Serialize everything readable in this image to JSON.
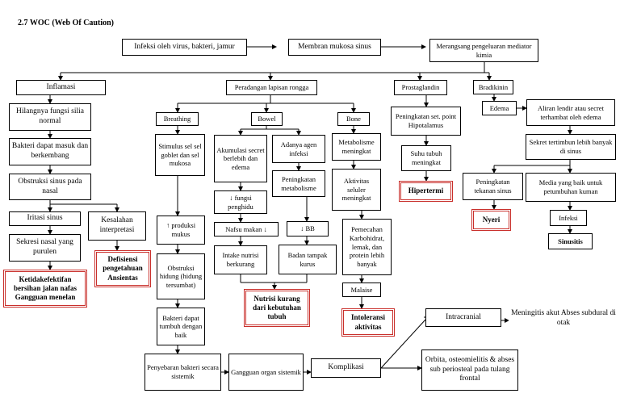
{
  "title": "2.7 WOC (Web Of Caution)",
  "nodes": {
    "infeksi": "Infeksi oleh virus, bakteri, jamur",
    "membran": "Membran mukosa sinus",
    "merangsang": "Merangsang pengeluaran mediator kimia",
    "inflamasi": "Inflamasi",
    "peradangan": "Peradangan lapisan rongga",
    "prostaglandin": "Prostaglandin",
    "bradikinin": "Bradikinin",
    "hilangnya": "Hilangnya fungsi silia normal",
    "bakteri_masuk": "Bakteri dapat masuk dan berkembang",
    "obstruksi_nasal": "Obstruksi sinus pada nasal",
    "iritasi": "Iritasi sinus",
    "sekresi": "Sekresi nasal yang purulen",
    "dx_jalan_nafas": "Ketidakefektifan bersihan jalan nafas Gangguan menelan",
    "kesalahan": "Kesalahan interpretasi",
    "dx_pengetahuan": "Defisiensi pengetahuan Ansientas",
    "breathing": "Breathing",
    "bowel": "Bowel",
    "bone": "Bone",
    "stimulus": "Stimulus sel sel goblet dan sel mukosa",
    "produksi_mukus": "↑ produksi mukus",
    "obstruksi_hidung": "Obstruksi hidung (hidung tersumbat)",
    "bakteri_tumbuh": "Bakteri dapat tumbuh dengan baik",
    "penyebaran": "Penyebaran bakteri secara sistemik",
    "gangguan_organ": "Gangguan organ sistemik",
    "komplikasi": "Komplikasi",
    "akumulasi": "Akumulasi secret berlebih dan edema",
    "fungsi_penghidu": "↓ fungsi penghidu",
    "nafsu_makan": "Nafsu makan ↓",
    "intake": "Intake nutrisi berkurang",
    "adanya_agen": "Adanya agen infeksi",
    "peningkatan_metab": "Peningkatan metabolisme",
    "bb": "↓ BB",
    "badan_kurus": "Badan tampak kurus",
    "dx_nutrisi": "Nutrisi kurang dari kebutuhan tubuh",
    "metab_meningkat": "Metabolisme meningkat",
    "aktivitas_seluler": "Aktivitas seluler meningkat",
    "pemecahan": "Pemecahan Karbohidrat, lemak, dan protein lebih banyak",
    "malaise": "Malaise",
    "dx_intoleransi": "Intoleransi aktivitas",
    "peningkatan_set": "Peningkatan set. point Hipotalamus",
    "suhu": "Suhu tubuh meningkat",
    "dx_hipertermi": "Hipertermi",
    "edema": "Edema",
    "aliran_lendir": "Aliran lendir atau secret terhambat oleh edema",
    "sekret_tertimbun": "Sekret tertimbun lebih banyak di sinus",
    "peningkatan_tekanan": "Peningkatan tekanan sinus",
    "dx_nyeri": "Nyeri",
    "media": "Media yang baik untuk petumbuhan kuman",
    "infeksi2": "Infeksi",
    "sinusitis": "Sinusitis",
    "intracranial": "Intracranial",
    "meningitis": "Meningitis akut Abses subdural di otak",
    "orbita": "Orbita, osteomielitis & abses sub periosteal pada tulang frontal"
  }
}
